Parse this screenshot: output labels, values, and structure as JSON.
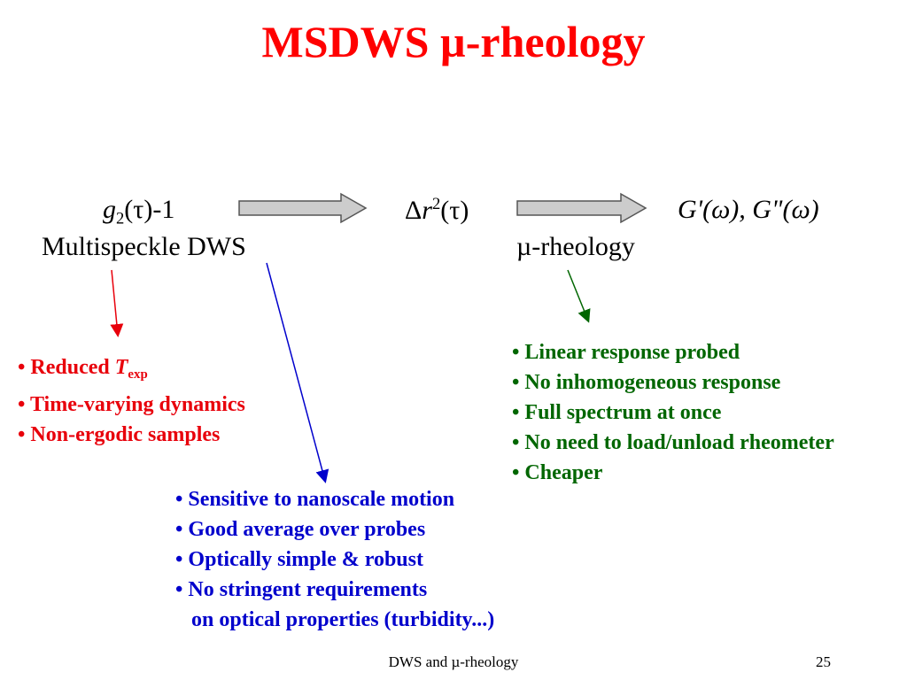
{
  "title": "MSDWS µ-rheology",
  "flow": {
    "node1": {
      "formula_g": "g",
      "formula_sub": "2",
      "formula_rest": "(τ)-1",
      "label": "Multispeckle DWS"
    },
    "node2": {
      "formula_delta": "Δ",
      "formula_r": "r",
      "formula_sup": "2",
      "formula_rest": "(τ)",
      "label": "µ-rheology"
    },
    "node3": {
      "formula": "G'(ω), G\"(ω)"
    }
  },
  "bullets_red": {
    "item1_prefix": "• Reduced ",
    "item1_T": "T",
    "item1_sub": "exp",
    "item2": "• Time-varying dynamics",
    "item3": "• Non-ergodic samples"
  },
  "bullets_blue": [
    "• Sensitive to nanoscale motion",
    "• Good average over probes",
    "• Optically simple & robust",
    "• No stringent requirements",
    "on optical properties (turbidity...)"
  ],
  "bullets_green": [
    "• Linear response probed",
    "• No inhomogeneous response",
    "• Full spectrum at once",
    "• No need to load/unload rheometer",
    "• Cheaper"
  ],
  "footer": {
    "text": "DWS and µ-rheology",
    "page_number": "25"
  },
  "colors": {
    "title": "#ff0000",
    "red_bullets": "#e8000b",
    "blue_bullets": "#0000cc",
    "green_bullets": "#006600",
    "flow_arrow_fill": "#cccccc"
  }
}
